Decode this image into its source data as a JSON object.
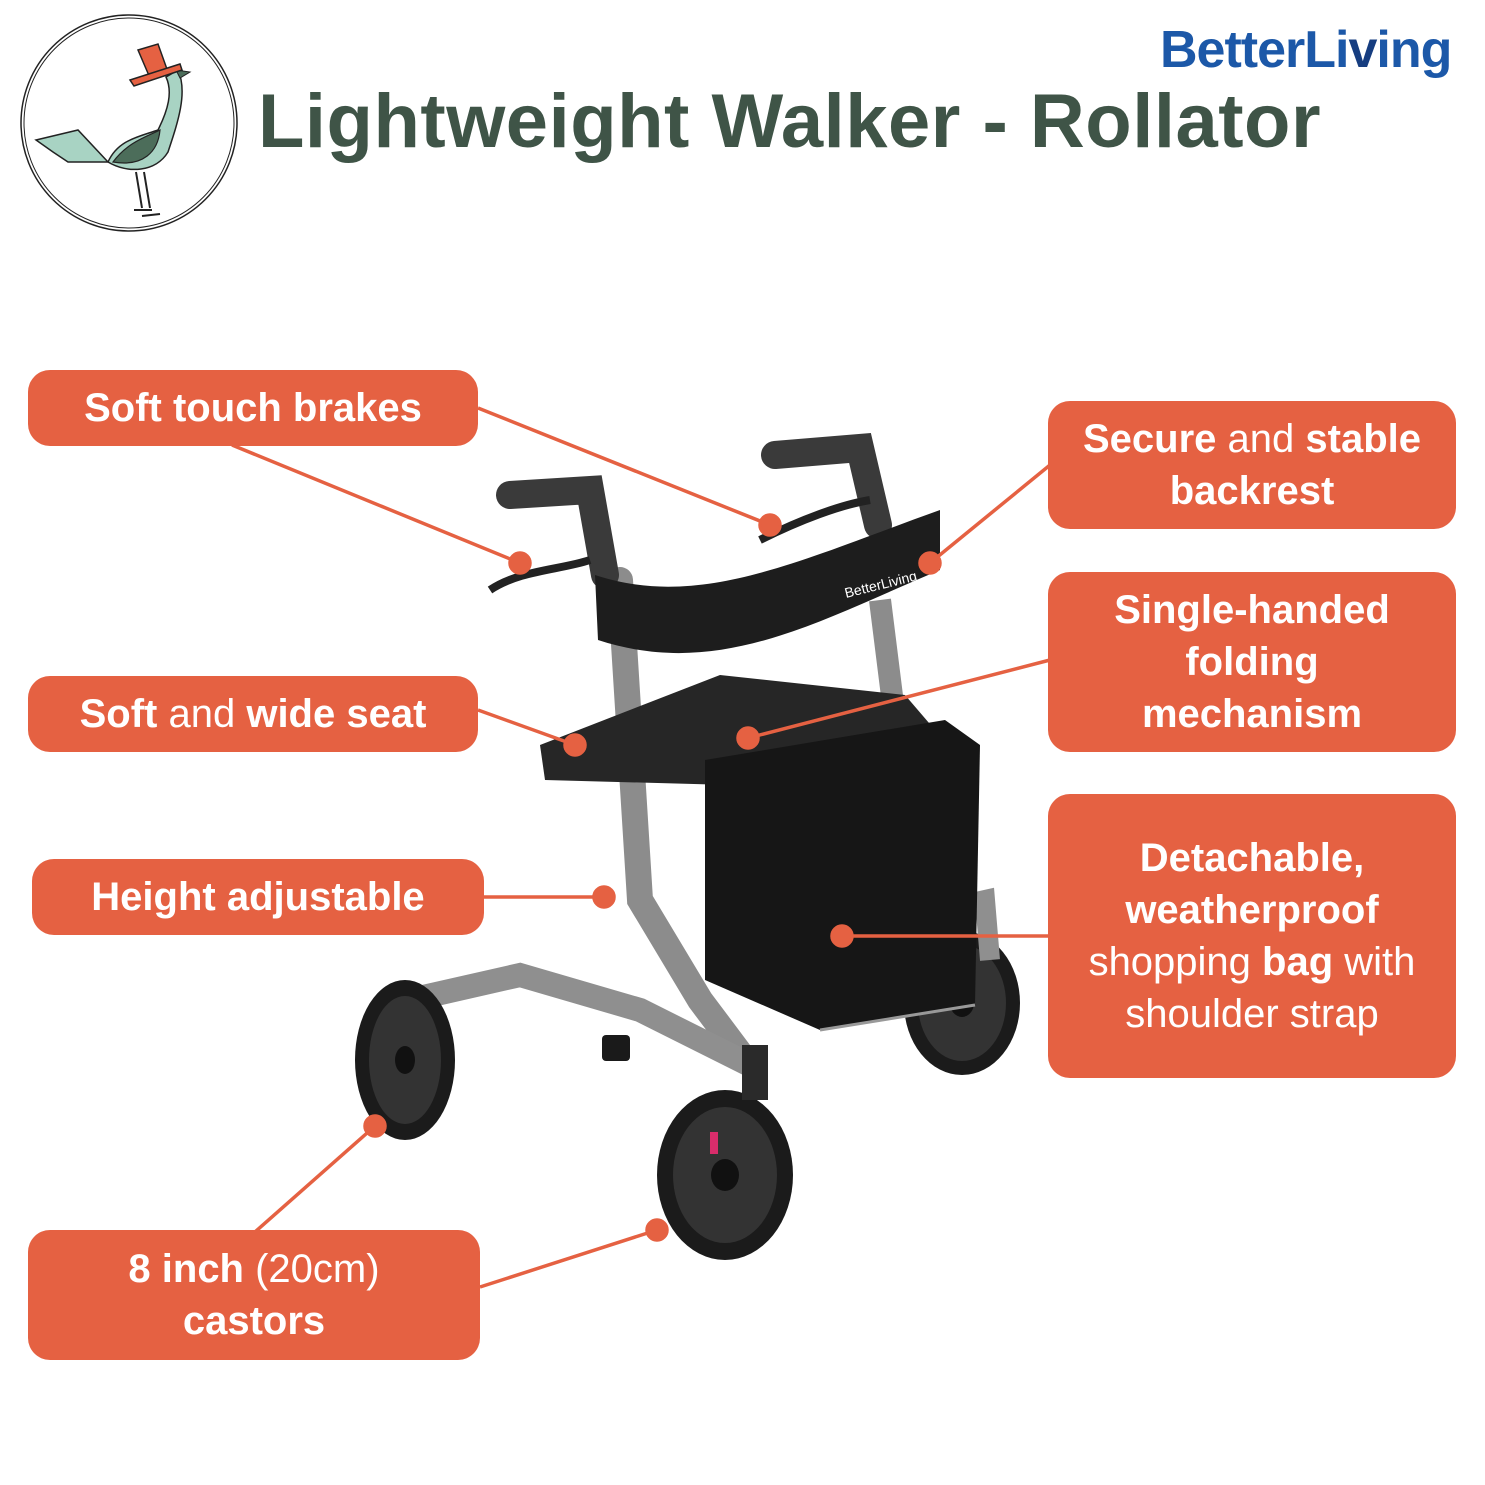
{
  "header": {
    "title": "Lightweight Walker - Rollator",
    "brand_prefix": "BetterLi",
    "brand_v": "v",
    "brand_suffix": "ing",
    "logo_icon": "bird-with-top-hat-icon"
  },
  "product": {
    "name": "rollator walker",
    "backrest_label": "BetterLiving"
  },
  "callouts": [
    {
      "id": "brakes",
      "parts": [
        {
          "t": "Soft touch brakes",
          "b": true
        }
      ]
    },
    {
      "id": "seat",
      "parts": [
        {
          "t": "Soft",
          "b": true
        },
        {
          "t": " and ",
          "b": false
        },
        {
          "t": "wide seat",
          "b": true
        }
      ]
    },
    {
      "id": "height",
      "parts": [
        {
          "t": "Height adjustable",
          "b": true
        }
      ]
    },
    {
      "id": "castors_line1",
      "parts": [
        {
          "t": "8 inch",
          "b": true
        },
        {
          "t": " (20cm)",
          "b": false
        }
      ]
    },
    {
      "id": "castors_line2",
      "parts": [
        {
          "t": "castors",
          "b": true
        }
      ]
    },
    {
      "id": "backrest_line1",
      "parts": [
        {
          "t": "Secure",
          "b": true
        },
        {
          "t": " and ",
          "b": false
        },
        {
          "t": "stable",
          "b": true
        }
      ]
    },
    {
      "id": "backrest_line2",
      "parts": [
        {
          "t": "backrest",
          "b": true
        }
      ]
    },
    {
      "id": "folding_line1",
      "parts": [
        {
          "t": "Single-handed",
          "b": true
        }
      ]
    },
    {
      "id": "folding_line2",
      "parts": [
        {
          "t": "folding",
          "b": true
        }
      ]
    },
    {
      "id": "folding_line3",
      "parts": [
        {
          "t": "mechanism",
          "b": true
        }
      ]
    },
    {
      "id": "bag_line1",
      "parts": [
        {
          "t": "Detachable,",
          "b": true
        }
      ]
    },
    {
      "id": "bag_line2",
      "parts": [
        {
          "t": "weatherproof",
          "b": true
        }
      ]
    },
    {
      "id": "bag_line3",
      "parts": [
        {
          "t": "shopping ",
          "b": false
        },
        {
          "t": "bag",
          "b": true
        },
        {
          "t": " with",
          "b": false
        }
      ]
    },
    {
      "id": "bag_line4",
      "parts": [
        {
          "t": "shoulder strap",
          "b": false
        }
      ]
    }
  ],
  "colors": {
    "accent": "#e56142",
    "title": "#3f5447",
    "brand": "#1c58a8"
  }
}
